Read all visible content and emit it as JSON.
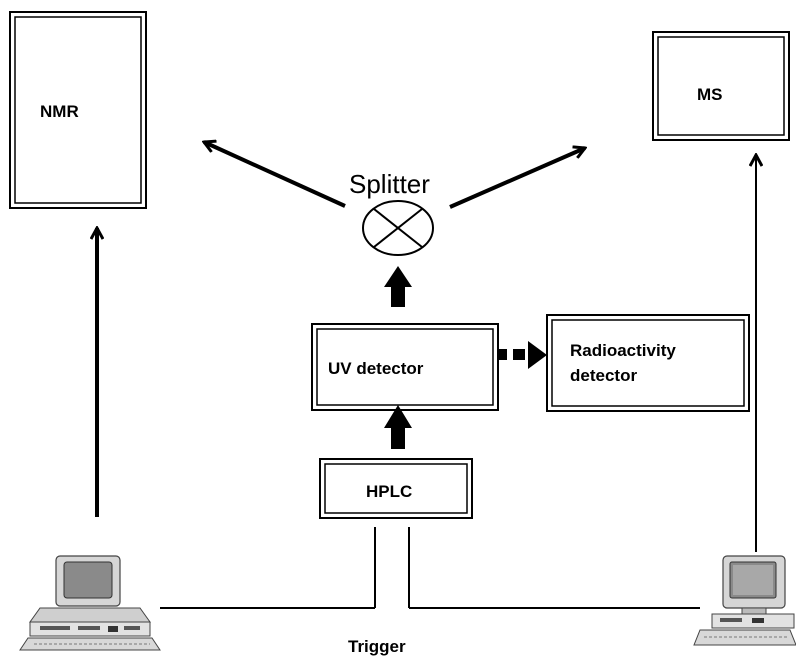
{
  "diagram": {
    "nodes": {
      "nmr": {
        "label": "NMR"
      },
      "ms": {
        "label": "MS"
      },
      "splitter": {
        "label": "Splitter"
      },
      "uv_detector": {
        "label": "UV detector"
      },
      "radioactivity_detector": {
        "line1": "Radioactivity",
        "line2": "detector"
      },
      "hplc": {
        "label": "HPLC"
      }
    },
    "connections": {
      "trigger": {
        "label": "Trigger"
      }
    },
    "icons": {
      "left_computer": "desktop-computer-icon",
      "right_computer": "desktop-computer-icon"
    },
    "colors": {
      "stroke": "#000000",
      "background": "#ffffff",
      "screen_gray": "#8a8a8a",
      "body_gray": "#d6d6d6"
    }
  }
}
